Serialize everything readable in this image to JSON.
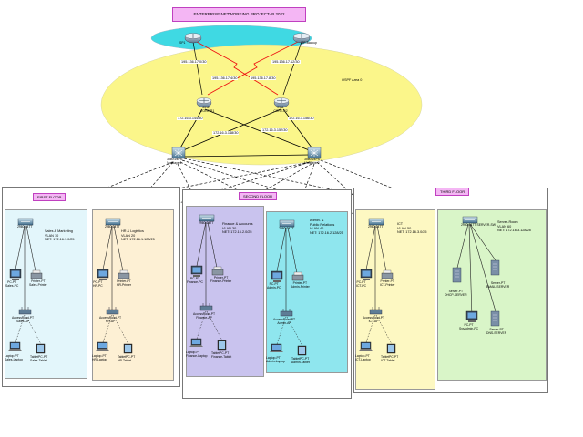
{
  "title": "ENTERPRISE NETWORKING PROJECT-IB 2022",
  "ospf_area": "OSPF Area 0",
  "isp": {
    "isp1": "ISP1",
    "backup": "ISP-Backup"
  },
  "core": {
    "r1_model": "2911",
    "r1_name": "CORE-R1",
    "r2_model": "2911",
    "r2_name": "CORE-R2"
  },
  "multilayer": {
    "left_model": "3560-24PS",
    "left_name": "Multilayer1",
    "right_model": "3560-24PS",
    "right_name": "Multilayer2"
  },
  "nets": {
    "isp1_link": "195.136.17.0/30",
    "backup_link": "195.136.17.12/30",
    "cross1": "195.136.17.4/30",
    "cross2": "195.136.17.8/30",
    "r1_ml1": "172.16.3.144/30",
    "r2_ml2": "172.16.3.156/30",
    "cross3": "172.16.3.148/30",
    "cross4": "172.16.3.152/30"
  },
  "floors": {
    "first": "FIRST FLOOR",
    "second": "SECOND FLOOR",
    "third": "THIRD FLOOR"
  },
  "zones": [
    {
      "switch_model": "2960-24TT",
      "name": "Sales & Marketing",
      "vlan": "VLAN 10",
      "net": "NET: 172.16.1.0/25",
      "pc_type": "PC-PT",
      "pc_name": "Sales-PC",
      "printer_type": "Printer-PT",
      "printer_name": "Sales-Printer",
      "ap_type": "AccessPoint-PT",
      "ap_name": "Sales-AP",
      "laptop_type": "Laptop-PT",
      "laptop_name": "Sales-Laptop",
      "tablet_type": "TabletPC-PT",
      "tablet_name": "Sales-Tablet"
    },
    {
      "switch_model": "2960-24TT",
      "name": "HR & Logistics",
      "vlan": "VLAN 20",
      "net": "NET: 172.16.1.128/25",
      "pc_type": "PC-PT",
      "pc_name": "HR-PC",
      "printer_type": "Printer-PT",
      "printer_name": "HR-Printer",
      "ap_type": "AccessPoint-PT",
      "ap_name": "HR-AP",
      "laptop_type": "Laptop-PT",
      "laptop_name": "HR-Laptop",
      "tablet_type": "TabletPC-PT",
      "tablet_name": "HR-Tablet"
    },
    {
      "switch_model": "2960-24TT",
      "name": "Finance & Accounts",
      "vlan": "VLAN 30",
      "net": "NET: 172.16.2.0/25",
      "pc_type": "PC-PT",
      "pc_name": "Finance-PC",
      "printer_type": "Printer-PT",
      "printer_name": "Finance-Printer",
      "ap_type": "AccessPoint-PT",
      "ap_name": "Finance-AP",
      "laptop_type": "Laptop-PT",
      "laptop_name": "Finance-Laptop",
      "tablet_type": "TabletPC-PT",
      "tablet_name": "Finance-Tablet"
    },
    {
      "switch_model": "2960-24TT",
      "name": "Admin. &\nPublic Relations",
      "vlan": "VLAN 40",
      "net": "NET: 172.16.2.128/25",
      "pc_type": "PC-PT",
      "pc_name": "Admin-PC",
      "printer_type": "Printer-PT",
      "printer_name": "Admin-Printer",
      "ap_type": "AccessPoint-PT",
      "ap_name": "Admin-AP",
      "laptop_type": "Laptop-PT",
      "laptop_name": "Admin-Laptop",
      "tablet_type": "TabletPC-PT",
      "tablet_name": "Admin-Tablet"
    },
    {
      "switch_model": "2960-24TT",
      "name": "ICT",
      "vlan": "VLAN 50",
      "net": "NET: 172.16.3.0/25",
      "pc_type": "PC-PT",
      "pc_name": "ICT-PC",
      "printer_type": "Printer-PT",
      "printer_name": "ICT-Printer",
      "ap_type": "AccessPoint-PT",
      "ap_name": "ICT-AP",
      "laptop_type": "Laptop-PT",
      "laptop_name": "ICT-Laptop",
      "tablet_type": "TabletPC-PT",
      "tablet_name": "ICT-Tablet"
    }
  ],
  "server_room": {
    "switch_model": "2960-24TT",
    "switch_name": "SERVER-SW",
    "name": "Server-Room",
    "vlan": "VLAN 60",
    "net": "NET: 172.16.3.128/28",
    "dhcp_type": "Server-PT",
    "dhcp_name": "DHCP-SERVER",
    "email_type": "Server-PT",
    "email_name": "EMAIL-SERVER",
    "pc_type": "PC-PT",
    "pc_name": "SysAdmin-PC",
    "dns_type": "Server-PT",
    "dns_name": "DNS-SERVER"
  },
  "colors": {
    "isp_cloud": "#3fd9e3",
    "ospf_area": "#fbf68a",
    "title_bg": "#f4b6f4",
    "zone_sales": "#e3f6fb",
    "zone_hr": "#fdf0d4",
    "zone_finance": "#c9c3ee",
    "zone_admin": "#8fe6ee",
    "zone_ict": "#fdf8c2",
    "zone_server": "#d9f5c8",
    "serial_link": "#e11"
  }
}
